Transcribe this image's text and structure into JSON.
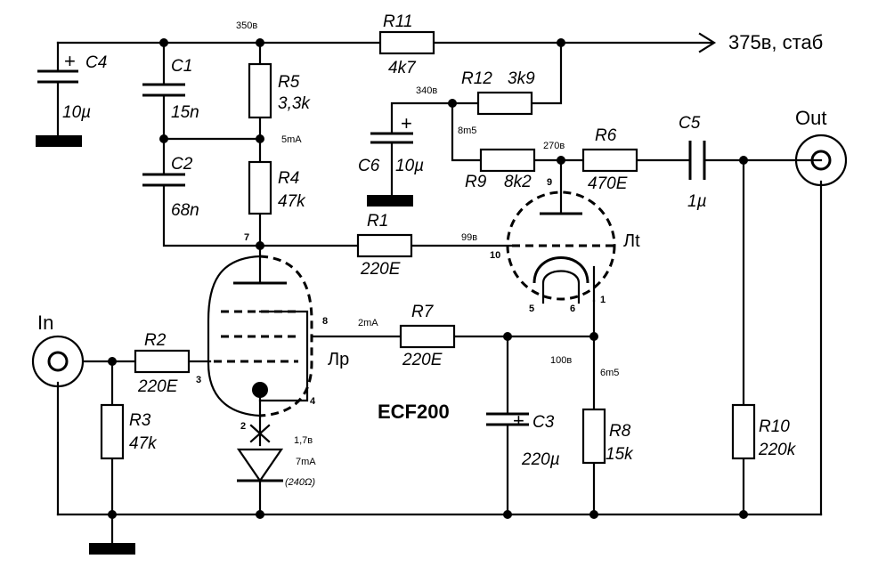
{
  "supply": {
    "node_350": "350в",
    "output_label": "375в, стаб"
  },
  "components": {
    "R11": {
      "ref": "R11",
      "value": "4k7"
    },
    "R12": {
      "ref": "R12",
      "value": "3k9"
    },
    "R5": {
      "ref": "R5",
      "value": "3,3k"
    },
    "R4": {
      "ref": "R4",
      "value": "47k"
    },
    "R1": {
      "ref": "R1",
      "value": "220E"
    },
    "R9": {
      "ref": "R9",
      "value": "8k2"
    },
    "R6": {
      "ref": "R6",
      "value": "470E"
    },
    "R2": {
      "ref": "R2",
      "value": "220E"
    },
    "R3": {
      "ref": "R3",
      "value": "47k"
    },
    "R7": {
      "ref": "R7",
      "value": "220E"
    },
    "R8": {
      "ref": "R8",
      "value": "15k"
    },
    "R10": {
      "ref": "R10",
      "value": "220k"
    },
    "C4": {
      "ref": "C4",
      "value": "10µ"
    },
    "C1": {
      "ref": "C1",
      "value": "15n"
    },
    "C2": {
      "ref": "C2",
      "value": "68n"
    },
    "C6": {
      "ref": "C6",
      "value": "10µ"
    },
    "C5": {
      "ref": "C5",
      "value": "1µ"
    },
    "C3": {
      "ref": "C3",
      "value": "220µ"
    }
  },
  "annotations": {
    "v340": "340в",
    "i_8m5": "8m5",
    "i_5mA": "5mA",
    "v270": "270в",
    "v99": "99в",
    "i_2mA": "2mA",
    "v100": "100в",
    "i_6m5": "6m5",
    "v1_7": "1,7в",
    "i_7mA": "7mA",
    "r_240": "(240Ω)",
    "plus": "+"
  },
  "pins": {
    "p7": "7",
    "p8": "8",
    "p3": "3",
    "p4": "4",
    "p2": "2",
    "p9": "9",
    "p10": "10",
    "p5": "5",
    "p6": "6",
    "p1": "1"
  },
  "tubes": {
    "pentode": "Лр",
    "triode": "Лt",
    "model": "ECF200"
  },
  "ports": {
    "in": "In",
    "out": "Out"
  }
}
